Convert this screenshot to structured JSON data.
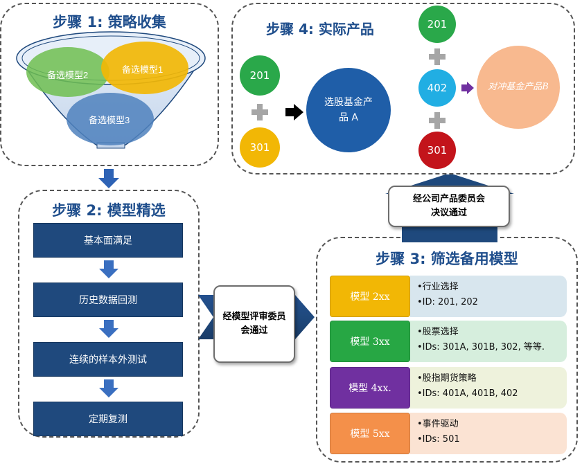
{
  "step1": {
    "title": "步骤 1: 策略收集",
    "models": [
      "备选模型2",
      "备选模型1",
      "备选模型3"
    ]
  },
  "step2": {
    "title": "步骤 2: 模型精选",
    "steps": [
      "基本面满足",
      "历史数据回测",
      "连续的样本外测试",
      "定期复测"
    ]
  },
  "approval_model": {
    "text": "经模型评审委员会通过"
  },
  "step3": {
    "title": "步骤 3: 筛选备用模型",
    "rows": [
      {
        "label": "模型 2xx",
        "line1": "•行业选择",
        "line2": "•ID: 201, 202"
      },
      {
        "label": "模型 3xx",
        "line1": "•股票选择",
        "line2": "•IDs: 301A, 301B, 302, 等等."
      },
      {
        "label": "模型 4xx.",
        "line1": "•股指期货策略",
        "line2": "•IDs: 401A, 401B, 402"
      },
      {
        "label": "模型 5xx",
        "line1": "•事件驱动",
        "line2": "•IDs: 501"
      }
    ]
  },
  "approval_product": {
    "line1": "经公司产品委员会",
    "line2": "决议通过"
  },
  "step4": {
    "title": "步骤 4: 实际产品",
    "left_circles": [
      "201",
      "301"
    ],
    "product_a": "选股基金产品 A",
    "right_circles": [
      "201",
      "402",
      "301"
    ],
    "product_b": "对冲基金产品B"
  },
  "colors": {
    "title_blue": "#1f4e8c",
    "step_box": "#1f497d",
    "green": "#2aa84a",
    "yellow": "#f2b705",
    "cyan": "#21aee3",
    "red": "#c3141b",
    "dark_blue": "#1f5ea8",
    "peach": "#f8b98f",
    "purple": "#7030a0",
    "orange": "#f4904a"
  }
}
